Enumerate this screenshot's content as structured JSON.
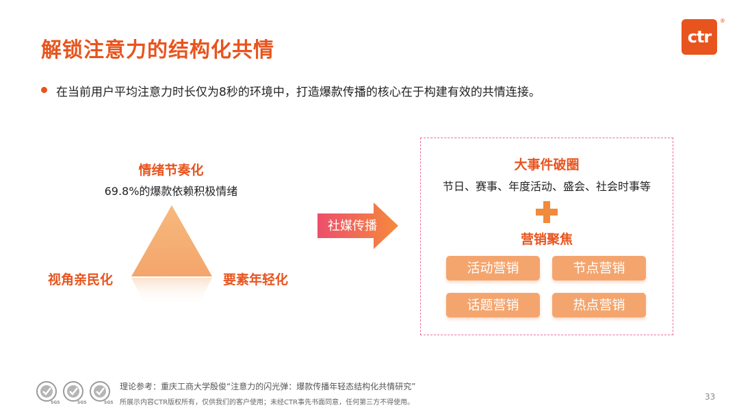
{
  "header": {
    "title": "解锁注意力的结构化共情",
    "logo_text": "ctr",
    "logo_mark": "®"
  },
  "bullet": "在当前用户平均注意力时长仅为8秒的环境中，打造爆款传播的核心在于构建有效的共情连接。",
  "pyramid": {
    "top_label": "情绪节奏化",
    "top_sub": "69.8%的爆款依赖积极情绪",
    "left_label": "视角亲民化",
    "right_label": "要素年轻化"
  },
  "arrow_label": "社媒传播",
  "right_box": {
    "title": "大事件破圈",
    "subtitle": "节日、赛事、年度活动、盛会、社会时事等",
    "title2": "营销聚焦",
    "tags": [
      "活动营销",
      "节点营销",
      "话题营销",
      "热点营销"
    ]
  },
  "footer": {
    "reference": "理论参考：重庆工商大学殷俊“注意力的闪光弹：爆款传播年轻态结构化共情研究”",
    "copyright": "所展示内容CTR版权所有，仅供我们的客户使用；未经CTR事先书面同意，任何第三方不得使用。",
    "cert_labels": [
      "SGS",
      "SGS",
      "SGS"
    ],
    "page_number": "33"
  },
  "colors": {
    "accent": "#e8541e",
    "tag_bg": "#f4a56e",
    "dashed_border": "#ef6aa0"
  }
}
